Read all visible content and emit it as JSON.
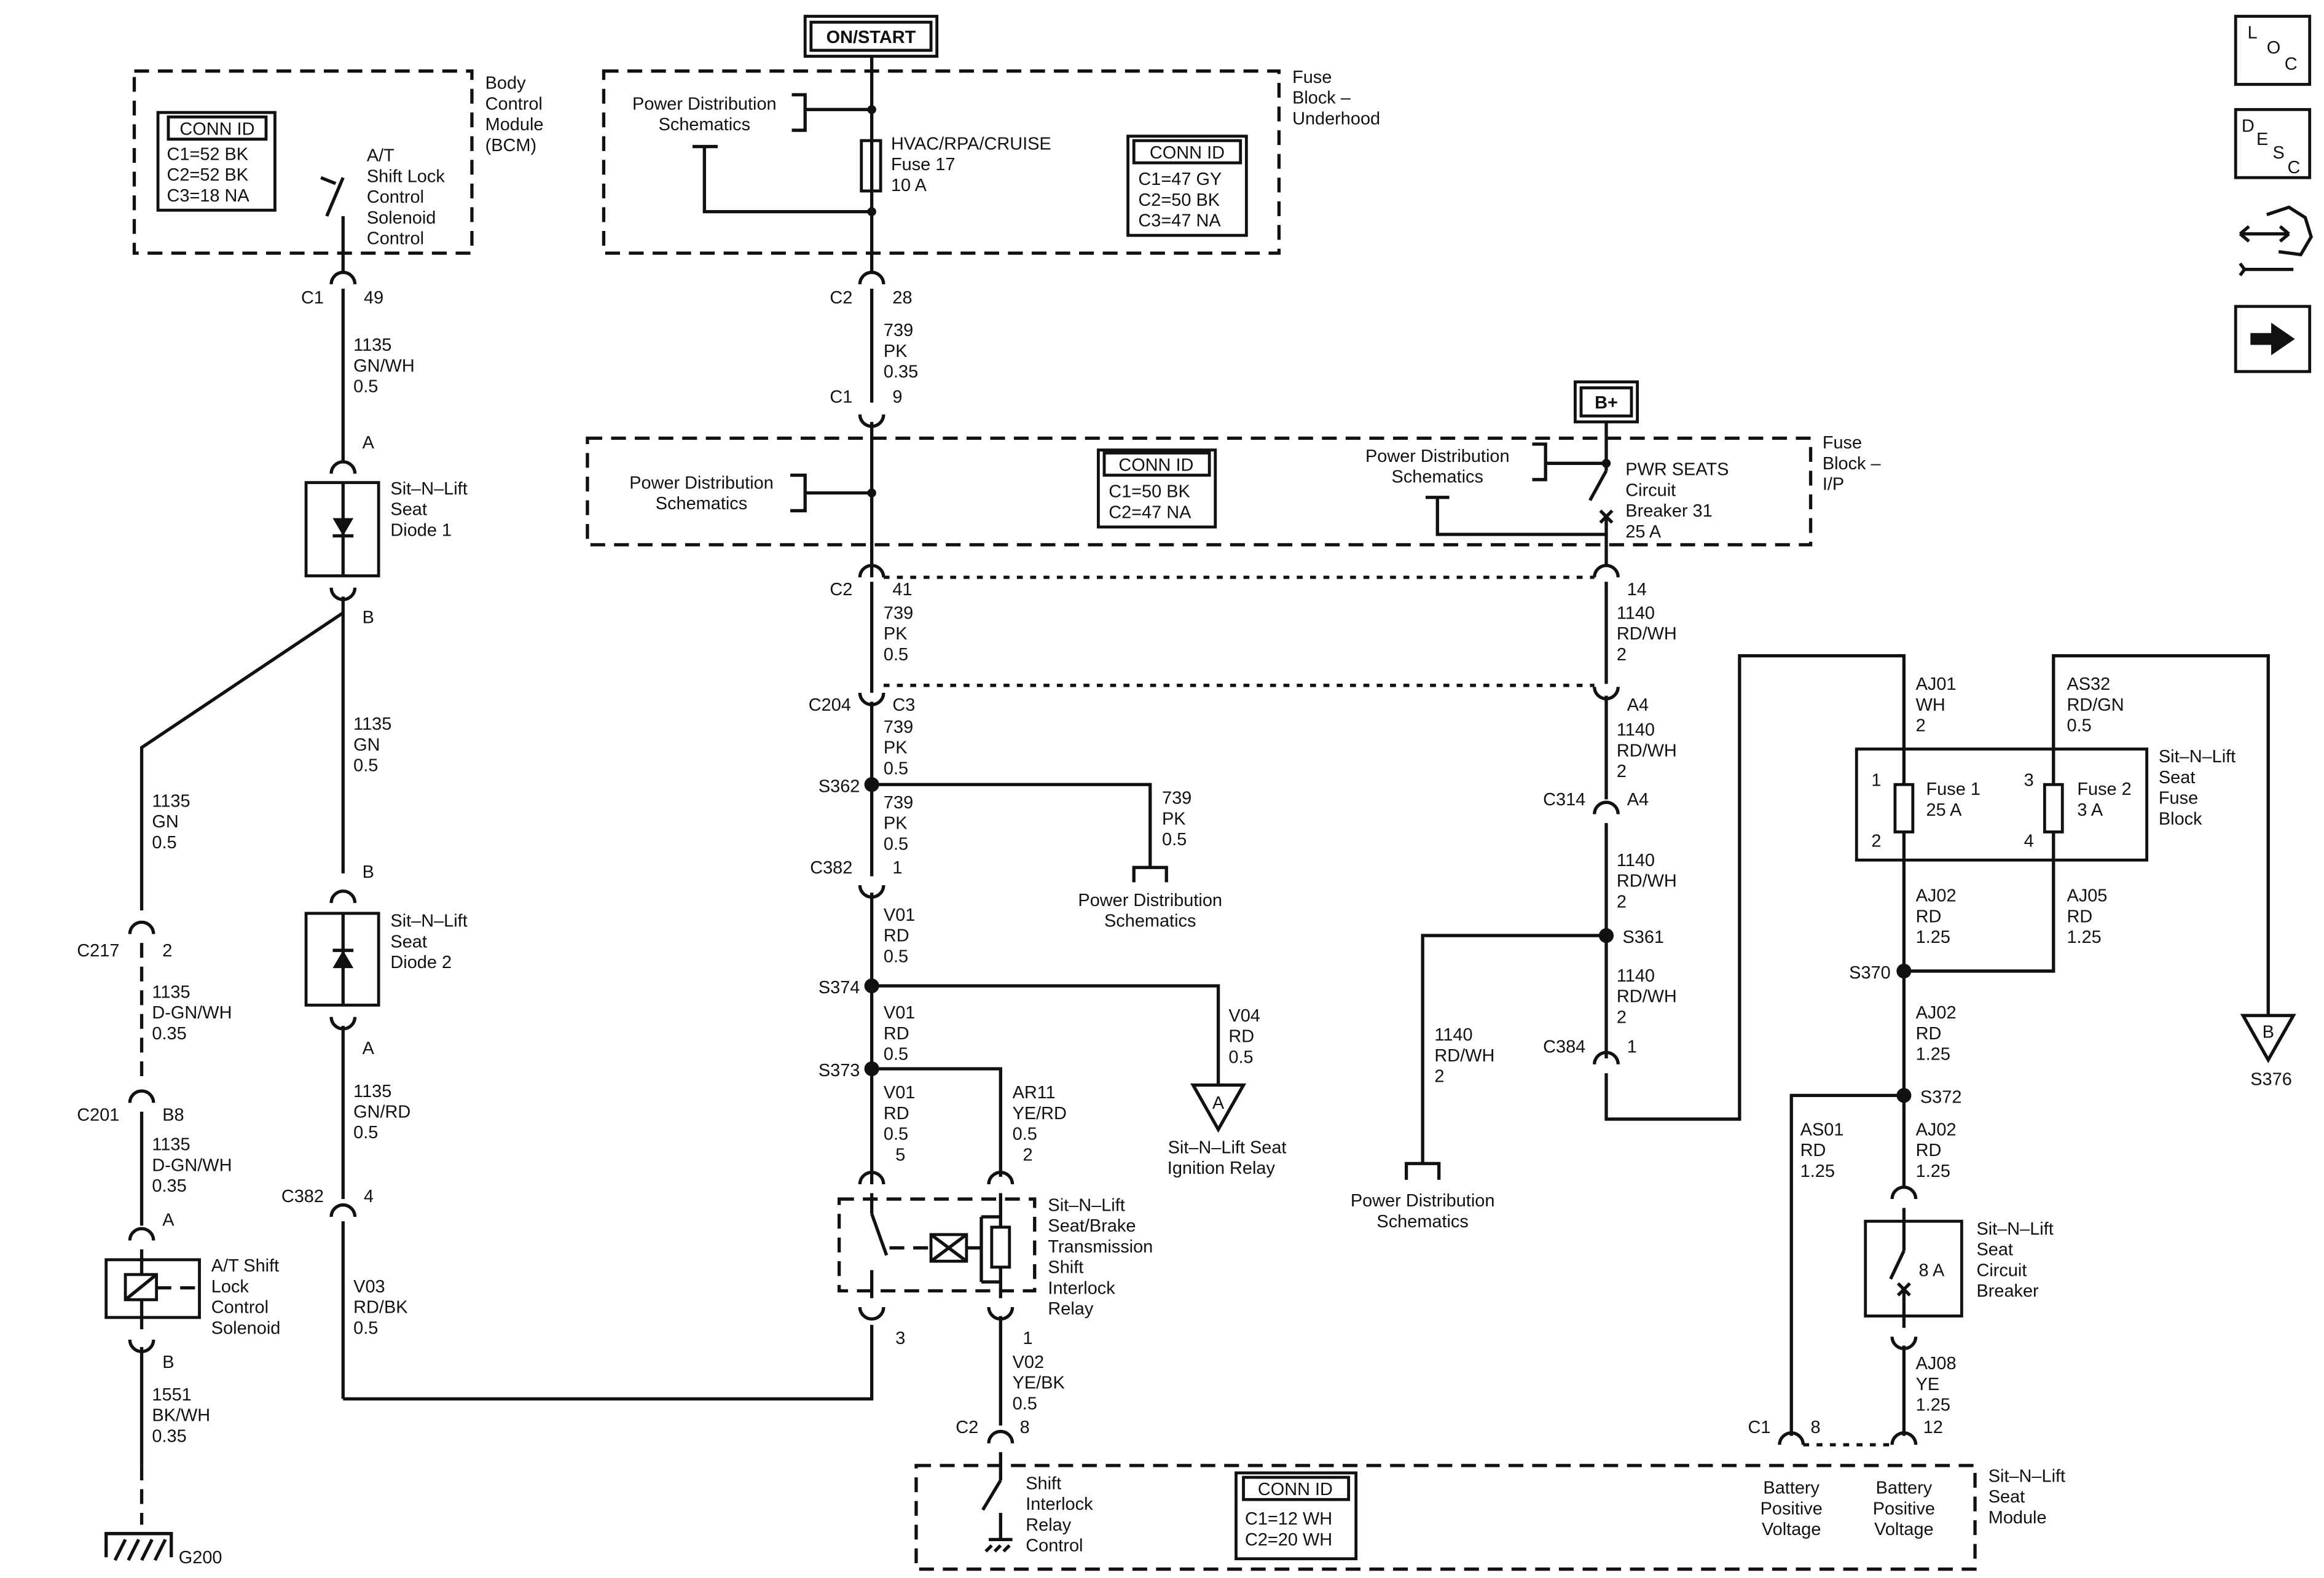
{
  "header": {
    "on_start": "ON/START",
    "bplus": "B+"
  },
  "nav_icons": {
    "loc": [
      "L",
      "O",
      "C"
    ],
    "desc": [
      "D",
      "E",
      "S",
      "C"
    ],
    "service_icon": "service-icon",
    "next_icon": "right-arrow-icon"
  },
  "bcm": {
    "name": [
      "Body",
      "Control",
      "Module",
      "(BCM)"
    ],
    "conn_title": "CONN ID",
    "conn": [
      "C1=52 BK",
      "C2=52 BK",
      "C3=18 NA"
    ],
    "switch": [
      "A/T",
      "Shift Lock",
      "Control",
      "Solenoid",
      "Control"
    ]
  },
  "fb_underhood": {
    "name": [
      "Fuse",
      "Block –",
      "Underhood"
    ],
    "pds": [
      "Power Distribution",
      "Schematics"
    ],
    "fuse": [
      "HVAC/RPA/CRUISE",
      "Fuse 17",
      "10 A"
    ],
    "conn_title": "CONN ID",
    "conn": [
      "C1=47 GY",
      "C2=50 BK",
      "C3=47 NA"
    ]
  },
  "fb_ip": {
    "name": [
      "Fuse",
      "Block –",
      "I/P"
    ],
    "pds_left": [
      "Power Distribution",
      "Schematics"
    ],
    "pds_right": [
      "Power Distribution",
      "Schematics"
    ],
    "conn_title": "CONN ID",
    "conn": [
      "C1=50 BK",
      "C2=47 NA"
    ],
    "breaker": [
      "PWR SEATS",
      "Circuit",
      "Breaker 31",
      "25 A"
    ]
  },
  "col1": {
    "c1": "C1",
    "c1_pin": "49",
    "w1": [
      "1135",
      "GN/WH",
      "0.5"
    ],
    "d1_pin_a": "A",
    "d1": [
      "Sit–N–Lift",
      "Seat",
      "Diode 1"
    ],
    "d1_pin_b": "B",
    "w2": [
      "1135",
      "GN",
      "0.5"
    ],
    "d2_pin_b": "B",
    "d2": [
      "Sit–N–Lift",
      "Seat",
      "Diode 2"
    ],
    "d2_pin_a": "A",
    "w3": [
      "1135",
      "GN/RD",
      "0.5"
    ],
    "c382": "C382",
    "c382_pin": "4",
    "w4": [
      "V03",
      "RD/BK",
      "0.5"
    ]
  },
  "col0": {
    "w1": [
      "1135",
      "GN",
      "0.5"
    ],
    "c217": "C217",
    "c217_pin": "2",
    "w2": [
      "1135",
      "D-GN/WH",
      "0.35"
    ],
    "c201": "C201",
    "c201_pin": "B8",
    "w3": [
      "1135",
      "D-GN/WH",
      "0.35"
    ],
    "sol_pin_a": "A",
    "solenoid": [
      "A/T Shift",
      "Lock",
      "Control",
      "Solenoid"
    ],
    "sol_pin_b": "B",
    "w4": [
      "1551",
      "BK/WH",
      "0.35"
    ],
    "ground": "G200"
  },
  "col2": {
    "c2": "C2",
    "c2_pin": "28",
    "w1": [
      "739",
      "PK",
      "0.35"
    ],
    "c1": "C1",
    "c1_pin": "9",
    "c2b": "C2",
    "c2b_pin": "41",
    "w2": [
      "739",
      "PK",
      "0.5"
    ],
    "c204": "C204",
    "c204_pin": "C3",
    "w3": [
      "739",
      "PK",
      "0.5"
    ],
    "s362": "S362",
    "w4": [
      "739",
      "PK",
      "0.5"
    ],
    "branch_w": [
      "739",
      "PK",
      "0.5"
    ],
    "branch_pds": [
      "Power Distribution",
      "Schematics"
    ],
    "c382": "C382",
    "c382_pin": "1",
    "w5": [
      "V01",
      "RD",
      "0.5"
    ],
    "s374": "S374",
    "v04": [
      "V04",
      "RD",
      "0.5"
    ],
    "ref_a": "A",
    "ref_a_label": [
      "Sit–N–Lift Seat",
      "Ignition Relay"
    ],
    "w6": [
      "V01",
      "RD",
      "0.5"
    ],
    "s373": "S373",
    "w7": [
      "V01",
      "RD",
      "0.5",
      "5"
    ],
    "ar11": [
      "AR11",
      "YE/RD",
      "0.5",
      "2"
    ],
    "relay": [
      "Sit–N–Lift",
      "Seat/Brake",
      "Transmission",
      "Shift",
      "Interlock",
      "Relay"
    ],
    "relay_pin3": "3",
    "relay_pin1": "1",
    "w8": [
      "V02",
      "YE/BK",
      "0.5"
    ],
    "c2_bottom": "C2",
    "c2_bottom_pin": "8"
  },
  "col3": {
    "pin14": "14",
    "w1": [
      "1140",
      "RD/WH",
      "2"
    ],
    "a4_top": "A4",
    "w2": [
      "1140",
      "RD/WH",
      "2"
    ],
    "c314": "C314",
    "c314_pin": "A4",
    "w3": [
      "1140",
      "RD/WH",
      "2"
    ],
    "s361": "S361",
    "w4": [
      "1140",
      "RD/WH",
      "2"
    ],
    "c384": "C384",
    "c384_pin": "1",
    "branch_w": [
      "1140",
      "RD/WH",
      "2"
    ],
    "branch_pds": [
      "Power Distribution",
      "Schematics"
    ]
  },
  "col4": {
    "aj01": [
      "AJ01",
      "WH",
      "2"
    ],
    "as32": [
      "AS32",
      "RD/GN",
      "0.5"
    ],
    "fuse_block": [
      "Sit–N–Lift",
      "Seat",
      "Fuse",
      "Block"
    ],
    "fuse1": [
      "Fuse 1",
      "25 A"
    ],
    "fuse2": [
      "Fuse 2",
      "3 A"
    ],
    "f1_pins": [
      "1",
      "2"
    ],
    "f2_pins": [
      "3",
      "4"
    ],
    "aj02a": [
      "AJ02",
      "RD",
      "1.25"
    ],
    "aj05": [
      "AJ05",
      "RD",
      "1.25"
    ],
    "s370": "S370",
    "aj02b": [
      "AJ02",
      "RD",
      "1.25"
    ],
    "s372": "S372",
    "as01": [
      "AS01",
      "RD",
      "1.25"
    ],
    "aj02c": [
      "AJ02",
      "RD",
      "1.25"
    ],
    "breaker": [
      "Sit–N–Lift",
      "Seat",
      "Circuit",
      "Breaker"
    ],
    "breaker_rating": "8 A",
    "aj08": [
      "AJ08",
      "YE",
      "1.25"
    ],
    "c1": "C1",
    "c1_pin": "8",
    "c2_pin": "12",
    "ref_b": "B",
    "ref_b_label": "S376"
  },
  "module": {
    "name": [
      "Sit–N–Lift",
      "Seat",
      "Module"
    ],
    "conn_title": "CONN ID",
    "conn": [
      "C1=12 WH",
      "C2=20 WH"
    ],
    "shift": [
      "Shift",
      "Interlock",
      "Relay",
      "Control"
    ],
    "bpv1": [
      "Battery",
      "Positive",
      "Voltage"
    ],
    "bpv2": [
      "Battery",
      "Positive",
      "Voltage"
    ]
  }
}
